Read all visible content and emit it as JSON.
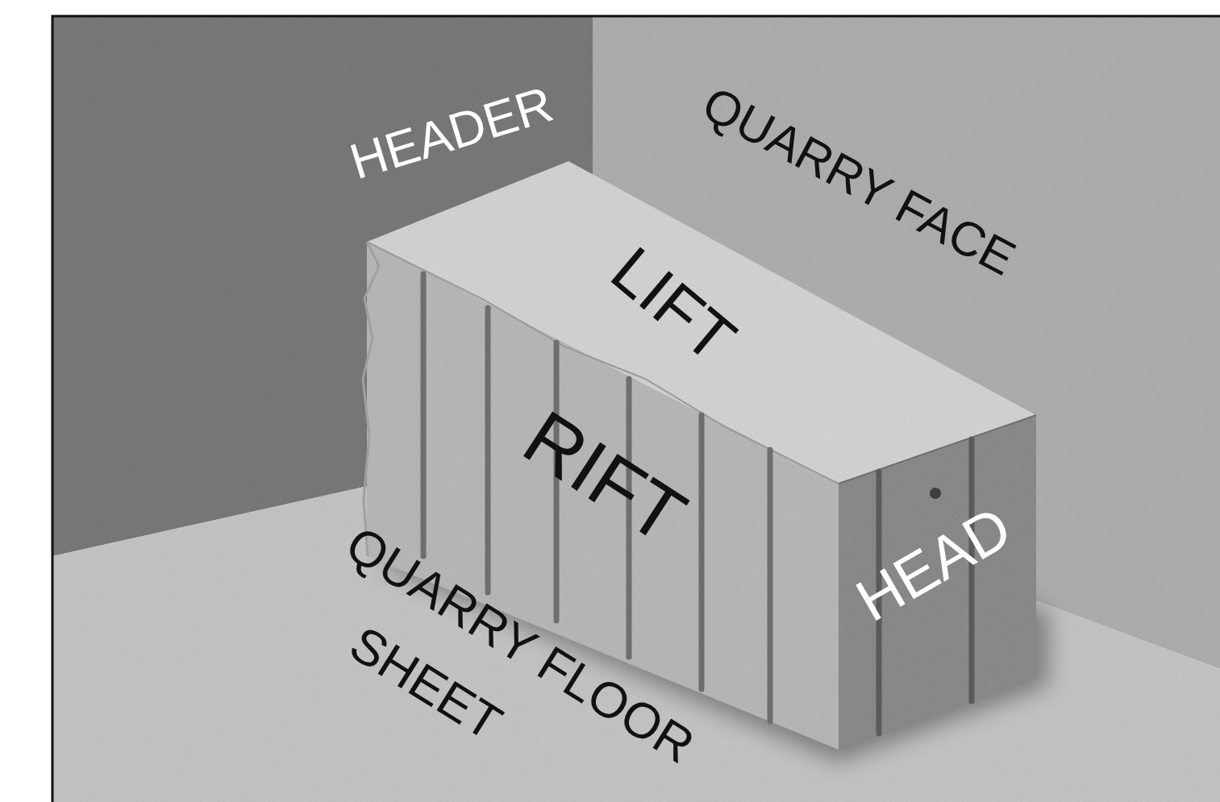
{
  "diagram": {
    "labels": [
      "HEADER",
      "QUARRY FACE",
      "LIFT",
      "RIFT",
      "HEAD",
      "QUARRY FLOOR",
      "SHEET"
    ]
  }
}
